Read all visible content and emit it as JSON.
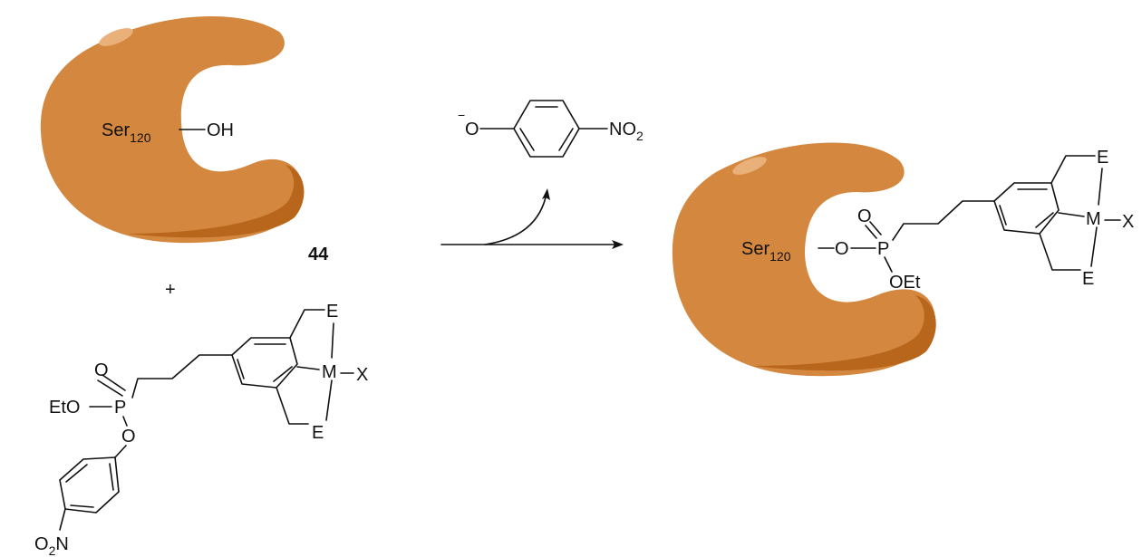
{
  "enzyme": {
    "residue": "Ser",
    "residue_number": "120",
    "hydroxyl": "OH",
    "color": "#D4873F",
    "shade_color": "#B8661C"
  },
  "reagent": {
    "compound_number": "44",
    "plus": "+",
    "carbonyl_o": "O",
    "ethoxy": "EtO",
    "phosphorus": "P",
    "ester_o": "O",
    "metal": "M",
    "ligand_x": "X",
    "donor_e": "E",
    "nitro_o": "O",
    "nitro_sub": "2",
    "nitro_n": "N"
  },
  "leaving_group": {
    "charge": "−",
    "oxygen": "O",
    "nitro": "NO",
    "nitro_sub": "2"
  },
  "product": {
    "residue": "Ser",
    "residue_number": "120",
    "bridge_o": "O",
    "phosphorus": "P",
    "carbonyl_o": "O",
    "ethoxy": "OEt",
    "metal": "M",
    "ligand_x": "X",
    "donor_e": "E"
  }
}
